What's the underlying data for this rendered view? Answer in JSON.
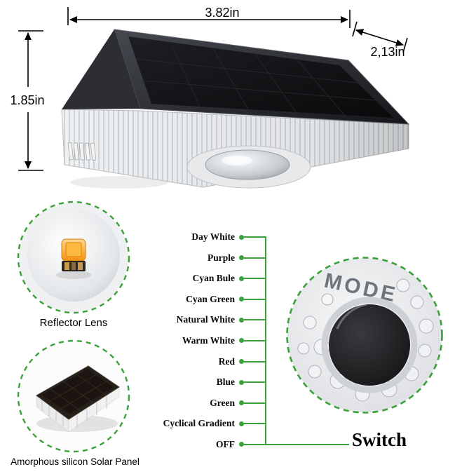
{
  "colors": {
    "accent_green": "#3ba13b"
  },
  "product": {
    "dimensions": {
      "width": "3.82in",
      "depth": "2,13in",
      "height": "1.85in"
    }
  },
  "insets": {
    "reflector_label": "Reflector Lens",
    "solar_label": "Amorphous silicon Solar Panel"
  },
  "switch": {
    "label": "Switch",
    "button_text": "MODE"
  },
  "modes": [
    "Day White",
    "Purple",
    "Cyan Bule",
    "Cyan Green",
    "Natural White",
    "Warm White",
    "Red",
    "Blue",
    "Green",
    "Cyclical Gradient",
    "OFF"
  ]
}
